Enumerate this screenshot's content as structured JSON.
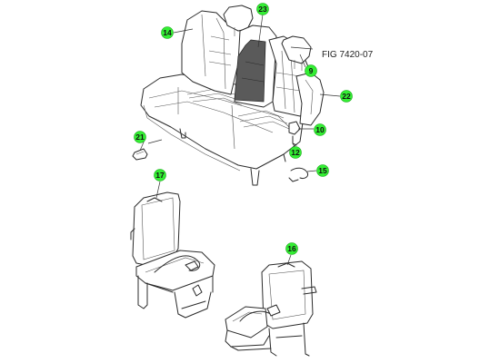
{
  "figure_label": "FIG 7420-07",
  "callouts": {
    "c14": "14",
    "c23": "23",
    "c9": "9",
    "c22": "22",
    "c10": "10",
    "c21": "21",
    "c12": "12",
    "c15": "15",
    "c17": "17",
    "c16": "16"
  },
  "colors": {
    "callout_fill": "#33ee33",
    "line": "#2b2b2b",
    "center_panel": "#5a5a5a"
  }
}
